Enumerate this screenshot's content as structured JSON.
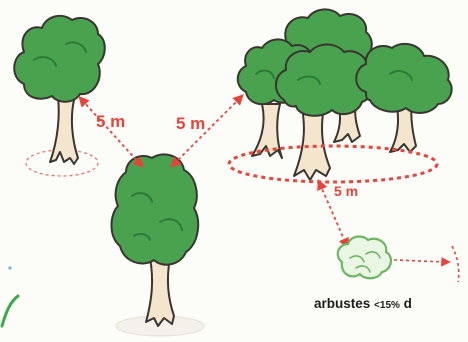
{
  "diagram": {
    "distance_label_1": "5 m",
    "distance_label_2": "5 m",
    "distance_label_3": "5 m",
    "caption_main": "arbustes",
    "caption_small": "<15%",
    "caption_tail": "d"
  },
  "colors": {
    "foliage": "#48a24e",
    "foliage_dark": "#2f7a3a",
    "trunk": "#f4e6cc",
    "outline": "#3a3530",
    "accent": "#e8443c",
    "shrub": "#76c46c"
  }
}
